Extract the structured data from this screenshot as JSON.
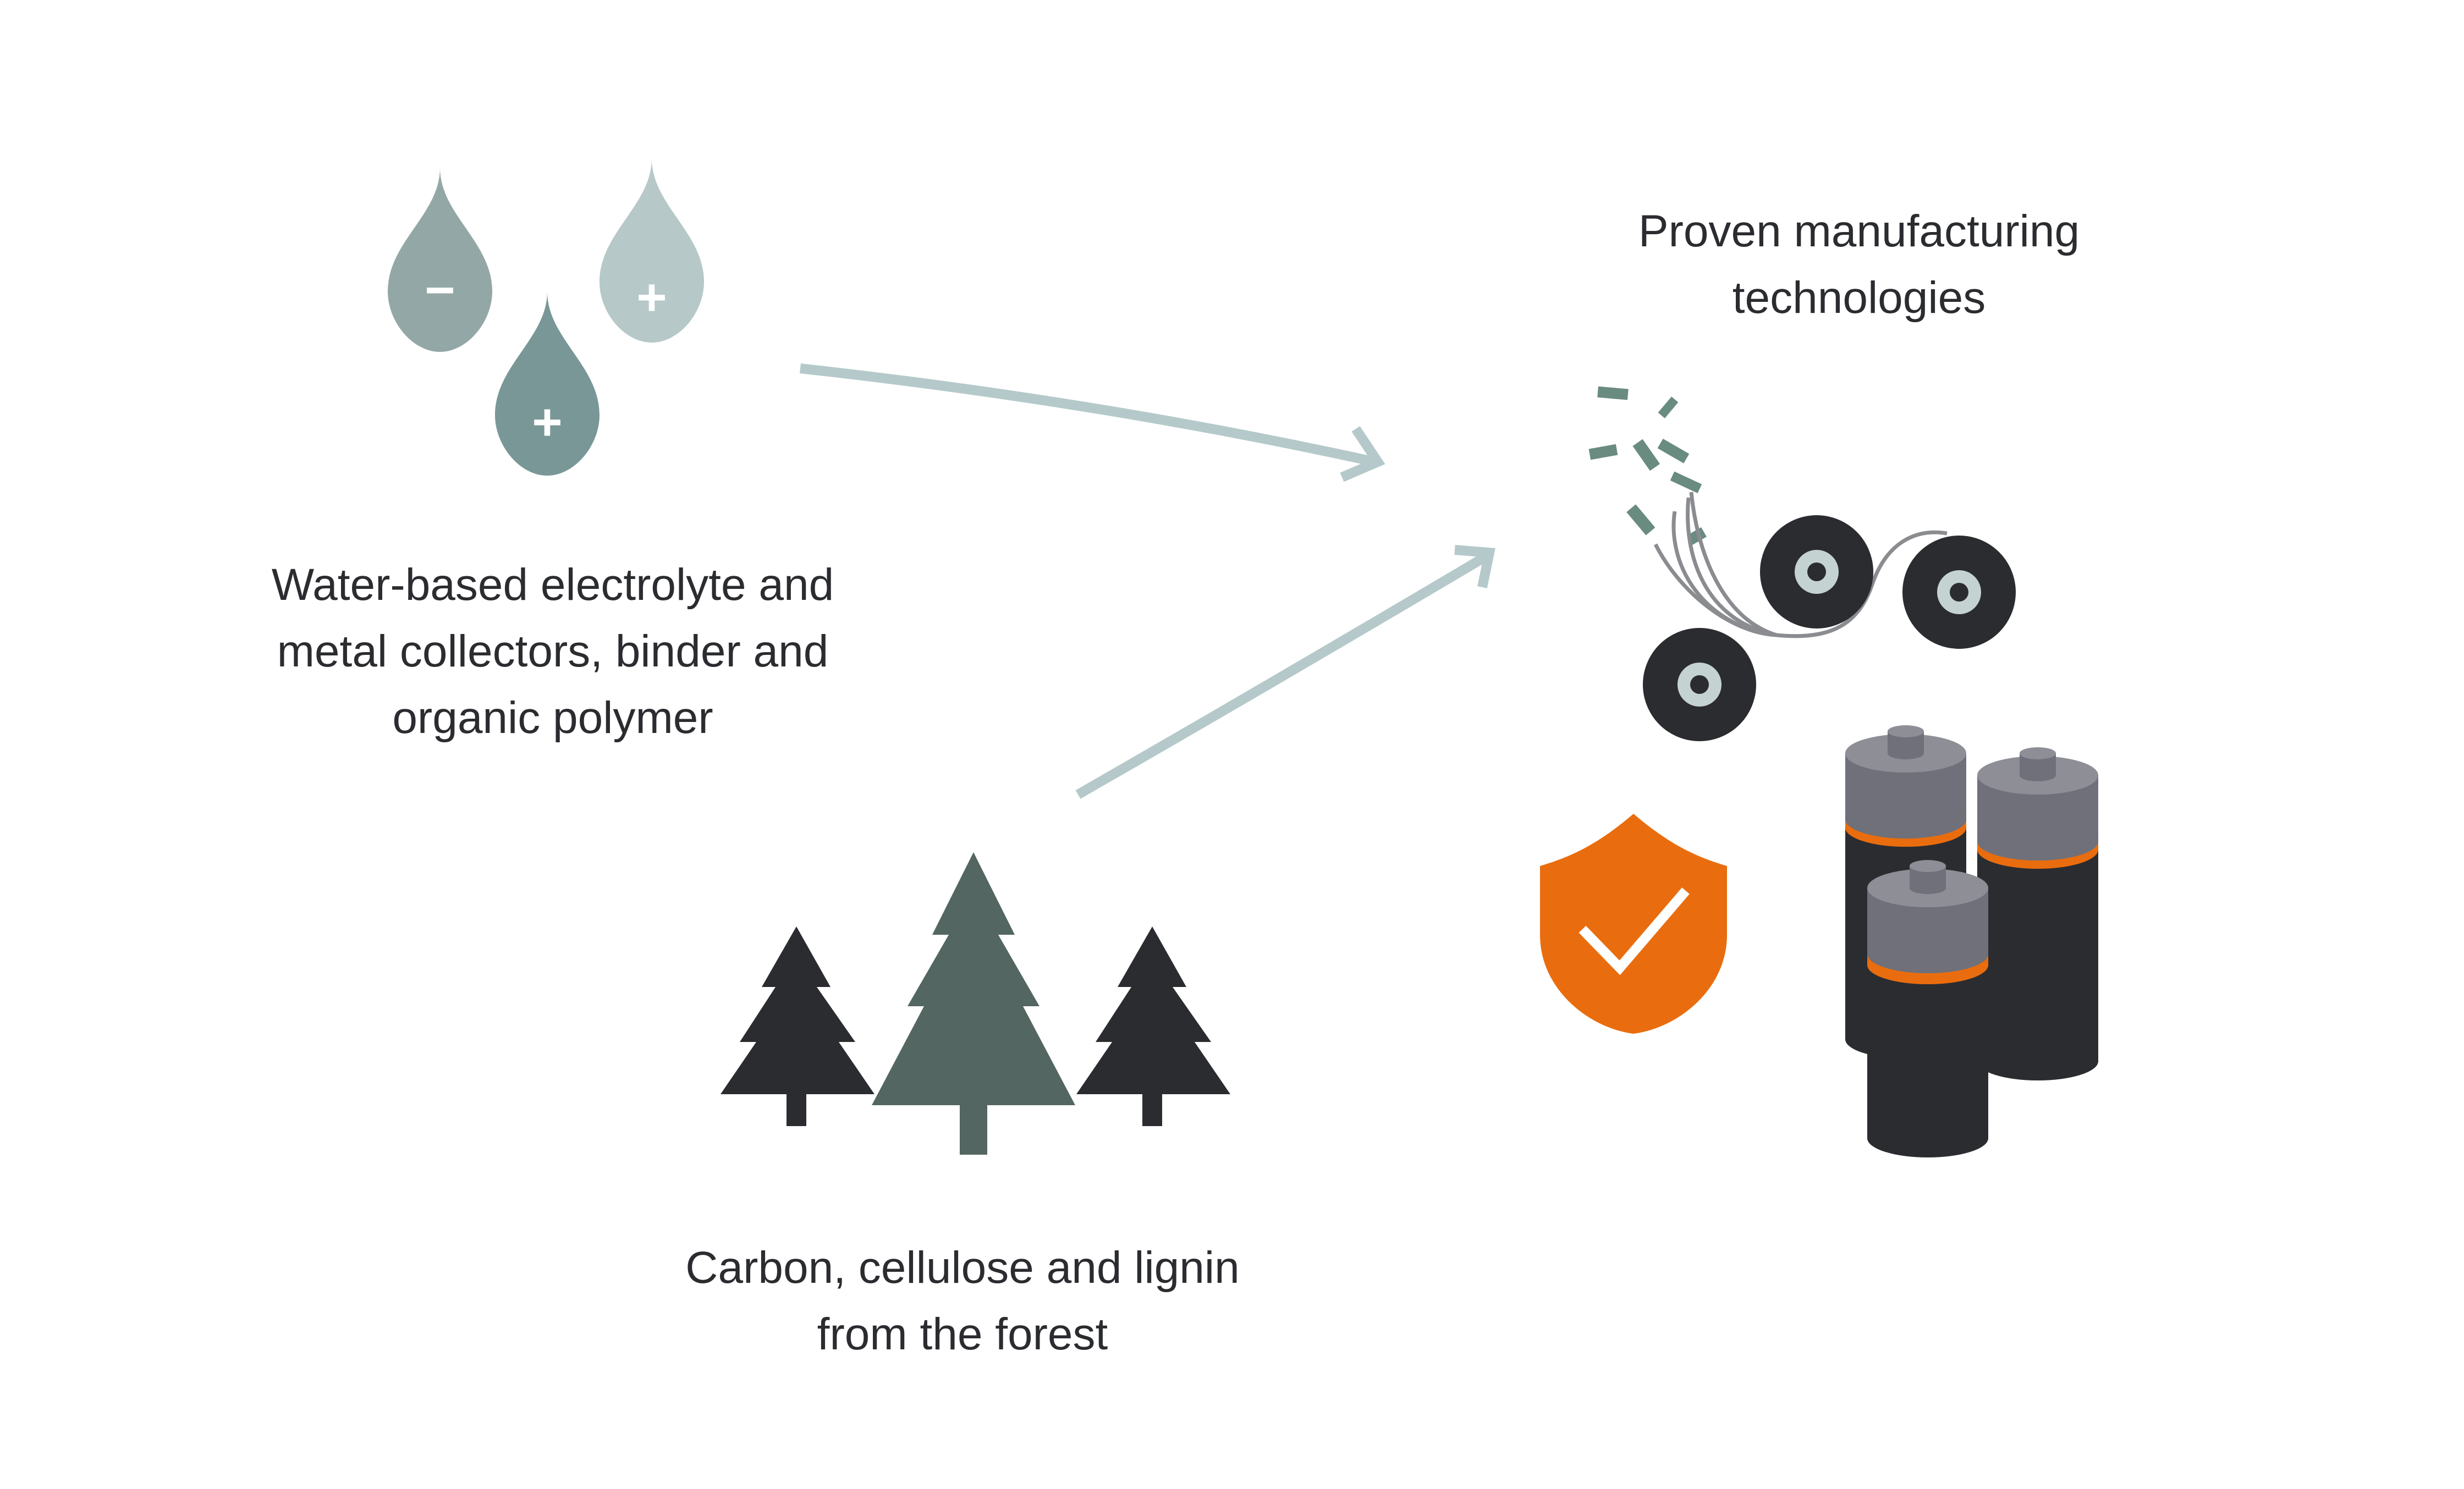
{
  "captions": {
    "water": {
      "lines": [
        "Water-based electrolyte and",
        "metal collectors, binder and",
        "organic polymer"
      ]
    },
    "forest": {
      "lines": [
        "Carbon, cellulose and lignin",
        "from the forest"
      ]
    },
    "manufacturing": {
      "lines": [
        "Proven manufacturing",
        "technologies"
      ]
    }
  },
  "drops": [
    {
      "sign": "−",
      "color": "#93a8a6"
    },
    {
      "sign": "+",
      "color": "#b6c8c8"
    },
    {
      "sign": "+",
      "color": "#7a9797"
    }
  ],
  "icons": {
    "drops": "electrolyte-drop-icons",
    "trees": "forest-tree-icons",
    "rollers": "roll-to-roll-manufacturing-icon",
    "shield": "shield-check-icon",
    "batteries": "battery-cells-icon"
  },
  "colors": {
    "arrow": "#b5c9ca",
    "dark": "#2b2c30",
    "tree_green": "#536661",
    "accent_orange": "#e96d0e",
    "battery_cap": "#6f7079",
    "flake_green": "#6a8b80"
  }
}
